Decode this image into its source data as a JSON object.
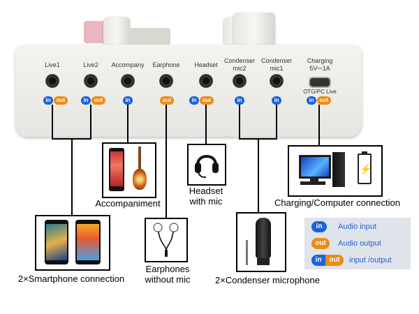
{
  "ports": [
    {
      "label": "Live1",
      "tag": [
        "in",
        "out"
      ]
    },
    {
      "label": "Live2",
      "tag": [
        "in",
        "out"
      ]
    },
    {
      "label": "Accompany",
      "tag": [
        "in"
      ]
    },
    {
      "label": "Earphone",
      "tag": [
        "out"
      ]
    },
    {
      "label": "Headset",
      "tag": [
        "in",
        "out"
      ]
    },
    {
      "label": "Condenser\nmic2",
      "tag": [
        "in"
      ]
    },
    {
      "label": "Condenser\nmic1",
      "tag": [
        "in"
      ]
    },
    {
      "label": "Charging\n5V⎓1A",
      "tag": [
        "in",
        "out"
      ]
    }
  ],
  "otg_label": "OTG/PC Live",
  "tags": {
    "in": "in",
    "out": "out"
  },
  "devices": {
    "smartphone": {
      "caption": "2×Smartphone connection"
    },
    "accompaniment": {
      "caption": "Accompaniment"
    },
    "earphones": {
      "caption_line1": "Earphones",
      "caption_line2": "without mic"
    },
    "headset": {
      "caption_line1": "Headset",
      "caption_line2": "with mic"
    },
    "condenser": {
      "caption": "2×Condenser microphone"
    },
    "computer": {
      "caption": "Charging/Computer connection"
    }
  },
  "legend": {
    "audio_input": "Audio input",
    "audio_output": "Audio output",
    "input_output": "input /output"
  },
  "colors": {
    "in": "#1b63d6",
    "out": "#f08a12"
  }
}
